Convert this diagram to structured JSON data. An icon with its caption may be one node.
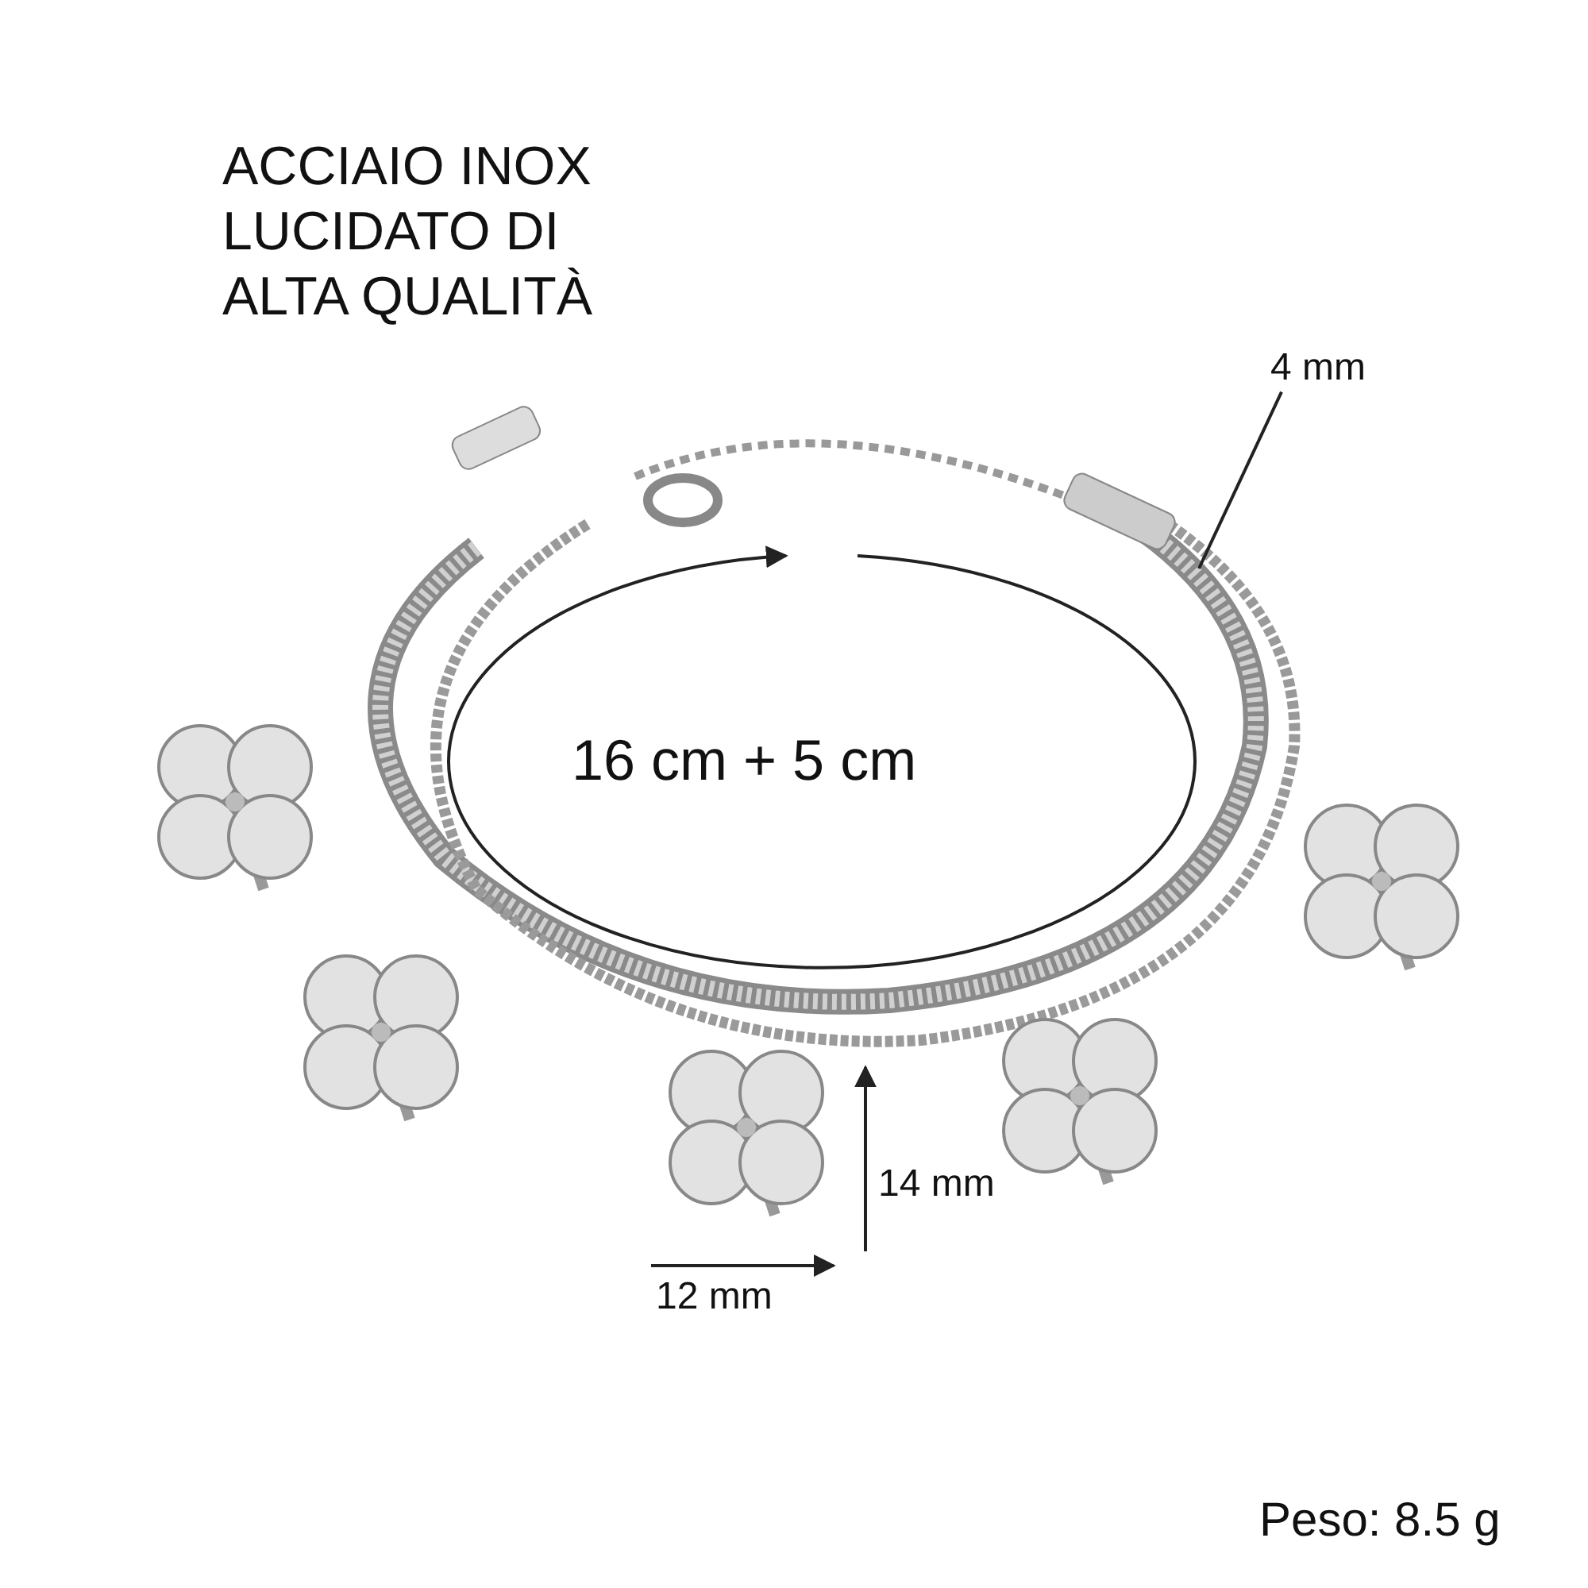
{
  "diagram": {
    "nodes": [
      {
        "text": [
          "4 mm"
        ]
      },
      {
        "text": [],
        "shape": "picture"
      }
    ],
    "edges": [
      {
        "from": 0,
        "to": 1,
        "arrow": "none"
      }
    ],
    "labels": [
      "ACCIAIO INOX LUCIDATO DI ALTA QUALITÀ",
      "16 cm + 5 cm",
      "14 mm",
      "12 mm",
      "Peso: 8.5 g"
    ]
  }
}
